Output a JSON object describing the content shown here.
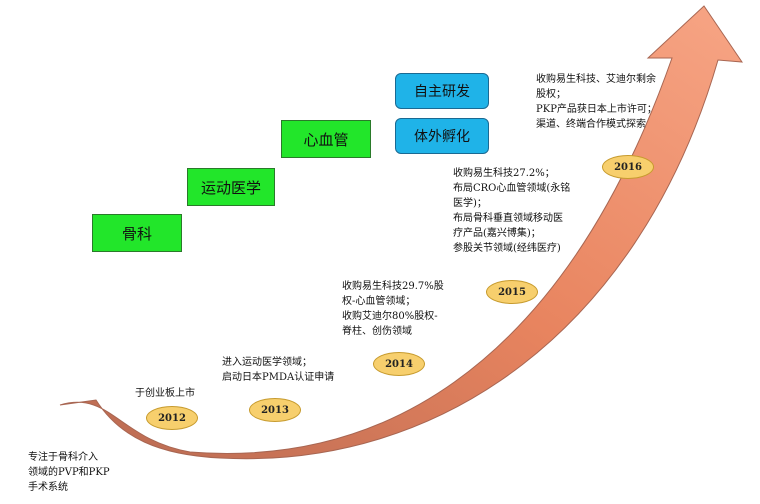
{
  "segments": {
    "guke": "骨科",
    "yundong": "运动医学",
    "xinxueguan": "心血管"
  },
  "modes": {
    "zizhu": "自主研发",
    "tiwai": "体外孵化"
  },
  "years": [
    "2012",
    "2013",
    "2014",
    "2015",
    "2016"
  ],
  "notes": {
    "origin": [
      "专注于骨科介入",
      "领域的PVP和PKP",
      "手术系统"
    ],
    "y2012": [
      "于创业板上市"
    ],
    "y2013": [
      "进入运动医学领域；",
      "启动日本PMDA认证申请"
    ],
    "y2014": [
      "收购易生科技29.7%股",
      "权-心血管领域；",
      "收购艾迪尔80%股权-",
      "脊柱、创伤领域"
    ],
    "y2015": [
      "收购易生科技27.2%；",
      "布局CRO心血管领域(永铭",
      "医学)；",
      "布局骨科垂直领域移动医",
      "疗产品(嘉兴博集)；",
      "参股关节领域(经纬医疗)"
    ],
    "y2016": [
      "收购易生科技、艾迪尔剩余",
      "股权；",
      "PKP产品获日本上市许可；",
      "渠道、终端合作模式探索"
    ]
  },
  "colors": {
    "arrow": "#f08a68",
    "segment_box": "#22e62a",
    "mode_box": "#1fb3e8",
    "year_badge": "#f7cf6d"
  }
}
